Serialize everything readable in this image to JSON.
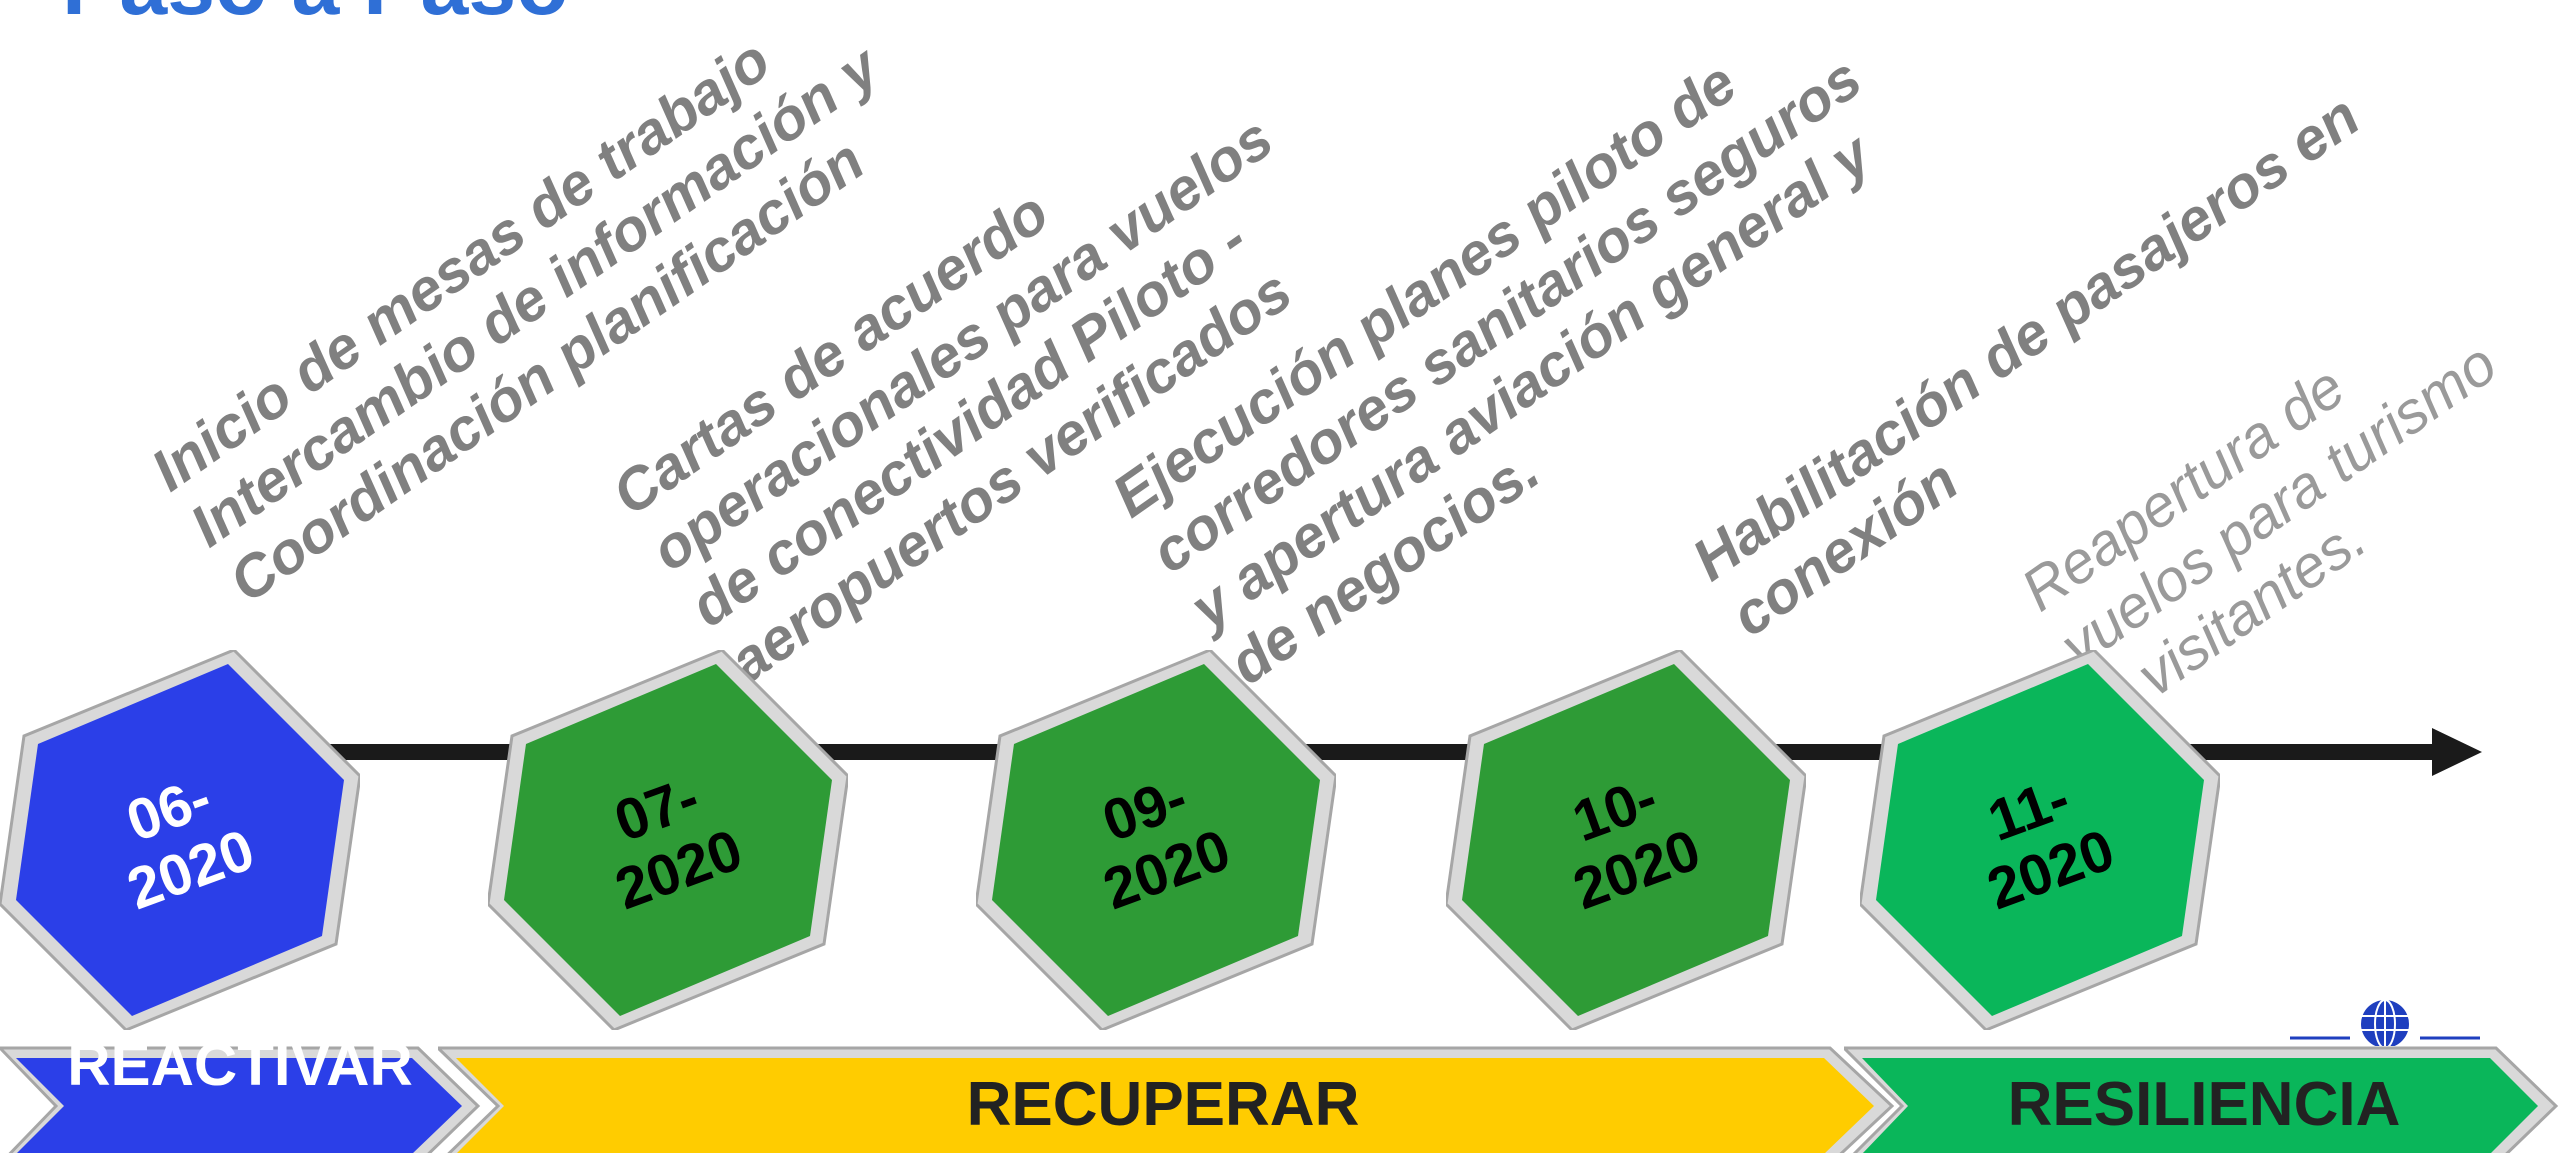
{
  "title": "Paso a Paso",
  "colors": {
    "blue_hex": "#2b3fe8",
    "green_hex": "#2e9b36",
    "bright_green_hex": "#0ab65a",
    "yellow": "#ffcc00",
    "phase_green": "#0ab65a",
    "arrow": "#1a1a1a",
    "annotation_text": "#808080"
  },
  "milestones": [
    {
      "date_top": "06-",
      "date_bottom": "2020",
      "color": "#2b3fe8",
      "text_color": "#ffffff",
      "lines": [
        "Inicio de mesas de trabajo",
        "Intercambio de información y",
        "Coordinación planificación"
      ]
    },
    {
      "date_top": "07-",
      "date_bottom": "2020",
      "color": "#2e9b36",
      "text_color": "#000000",
      "lines": [
        "Cartas de acuerdo",
        "operacionales para vuelos",
        "de conectividad Piloto -",
        "aeropuertos verificados"
      ]
    },
    {
      "date_top": "09-",
      "date_bottom": "2020",
      "color": "#2e9b36",
      "text_color": "#000000",
      "lines": [
        "Ejecución planes piloto de",
        "corredores sanitarios seguros",
        "y apertura aviación general y",
        "de negocios."
      ]
    },
    {
      "date_top": "10-",
      "date_bottom": "2020",
      "color": "#2e9b36",
      "text_color": "#000000",
      "lines": [
        "Habilitación de pasajeros en",
        "conexión"
      ]
    },
    {
      "date_top": "11-",
      "date_bottom": "2020",
      "color": "#0ab65a",
      "text_color": "#000000",
      "lines": [
        "Reapertura de",
        "vuelos para turismo",
        "y visitantes."
      ]
    }
  ],
  "phases": [
    {
      "label": "REACTIVAR",
      "color": "#2b3fe8",
      "text_color": "#ffffff"
    },
    {
      "label": "RECUPERAR",
      "color": "#ffcc00",
      "text_color": "#222222"
    },
    {
      "label": "RESILIENCIA",
      "color": "#0ab65a",
      "text_color": "#222222"
    }
  ],
  "logo_icon": "globe-icon"
}
